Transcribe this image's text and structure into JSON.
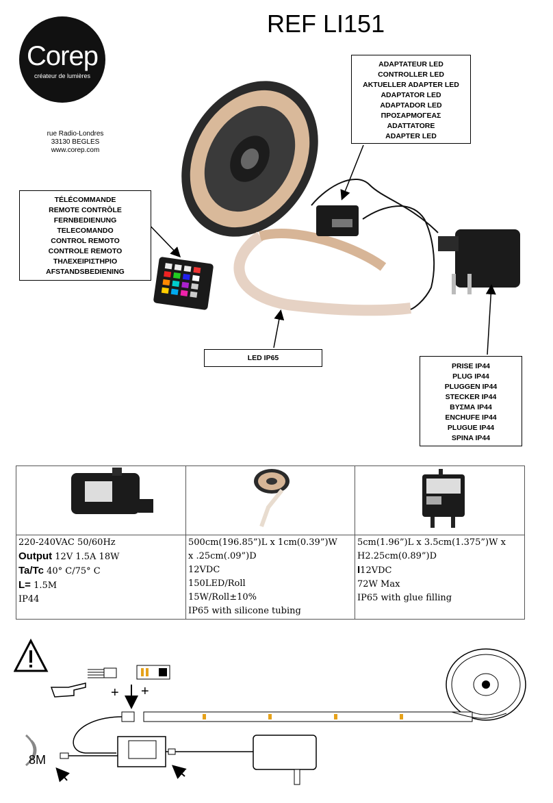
{
  "title": "REF LI151",
  "logo": {
    "brand": "Corep",
    "tagline": "créateur de lumières"
  },
  "address": [
    "rue Radio-Londres",
    "33130 BEGLES",
    "www.corep.com"
  ],
  "labels": {
    "adapter": [
      "ADAPTATEUR LED",
      "CONTROLLER  LED",
      "AKTUELLER ADAPTER LED",
      "ADAPTATOR LED",
      "ADAPTADOR LED",
      "ΠΡΟΣΑΡΜΟΓΕΑΣ",
      "ADATTATORE",
      "ADAPTER LED"
    ],
    "remote": [
      "TÉLÉCOMMANDE",
      "REMOTE CONTRÔLE",
      "FERNBEDIENUNG",
      "TELECOMANDO",
      "CONTROL REMOTO",
      "CONTROLE REMOTO",
      "ΤΗΛΕΧΕΙΡΙΣΤΗΡΙΟ",
      "AFSTANDSBEDIENING"
    ],
    "led": "LED IP65",
    "plug": [
      "PRISE IP44",
      "PLUG IP44",
      "PLUGGEN IP44",
      "STECKER IP44",
      "ΒΥΣΜΑ IP44",
      "ENCHUFE IP44",
      "PLUGUE IP44",
      "SPINA IP44"
    ]
  },
  "specs": {
    "power_supply": {
      "line1": "220-240VAC 50/60Hz",
      "output_label": "Output",
      "output_value": " 12V 1.5A 18W",
      "tatc_label": "Ta/Tc",
      "tatc_value": " 40° C/75° C",
      "length_label": "L=",
      "length_value": " 1.5M",
      "ip": " IP44"
    },
    "strip": [
      "500cm(196.85”)L x 1cm(0.39”)W",
      "x .25cm(.09”)D",
      " 12VDC",
      "150LED/Roll",
      "15W/Roll±10%",
      " IP65 with silicone tubing"
    ],
    "controller": {
      "line1": "5cm(1.96”)L x 3.5cm(1.375”)W x",
      "line2": "H2.25cm(0.89”)D",
      "voltage_prefix": "I",
      "voltage": "12VDC",
      "power": "72W Max",
      "ip": "IP65 with glue filling"
    }
  },
  "diagram": {
    "distance": "8M",
    "plus": "+"
  }
}
